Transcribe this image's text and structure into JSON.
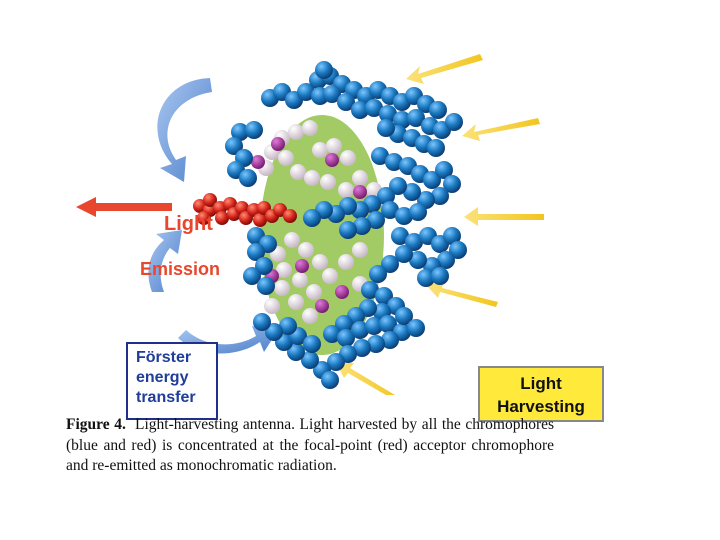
{
  "figure": {
    "label_light": "Light",
    "label_emission": "Emission",
    "forster_lines": [
      "Förster",
      "energy",
      "transfer"
    ],
    "harvest_lines": [
      "Light",
      "Harvesting"
    ],
    "colors": {
      "emission_red": "#e8472e",
      "dendrimer_blue": "#1b79c0",
      "acceptor_red": "#d32218",
      "arrow_blue": "#6f9bd8",
      "arrow_yellow": "#f7d949",
      "green": "#93c24a",
      "magenta": "#a2379a",
      "pale": "#e9dfe7"
    }
  },
  "caption": {
    "label": "Figure 4.",
    "text": "Light-harvesting antenna. Light harvested by all the chromophores (blue and red) is concentrated at the focal-point (red) acceptor chromophore and re-emitted as monochromatic radiation."
  }
}
